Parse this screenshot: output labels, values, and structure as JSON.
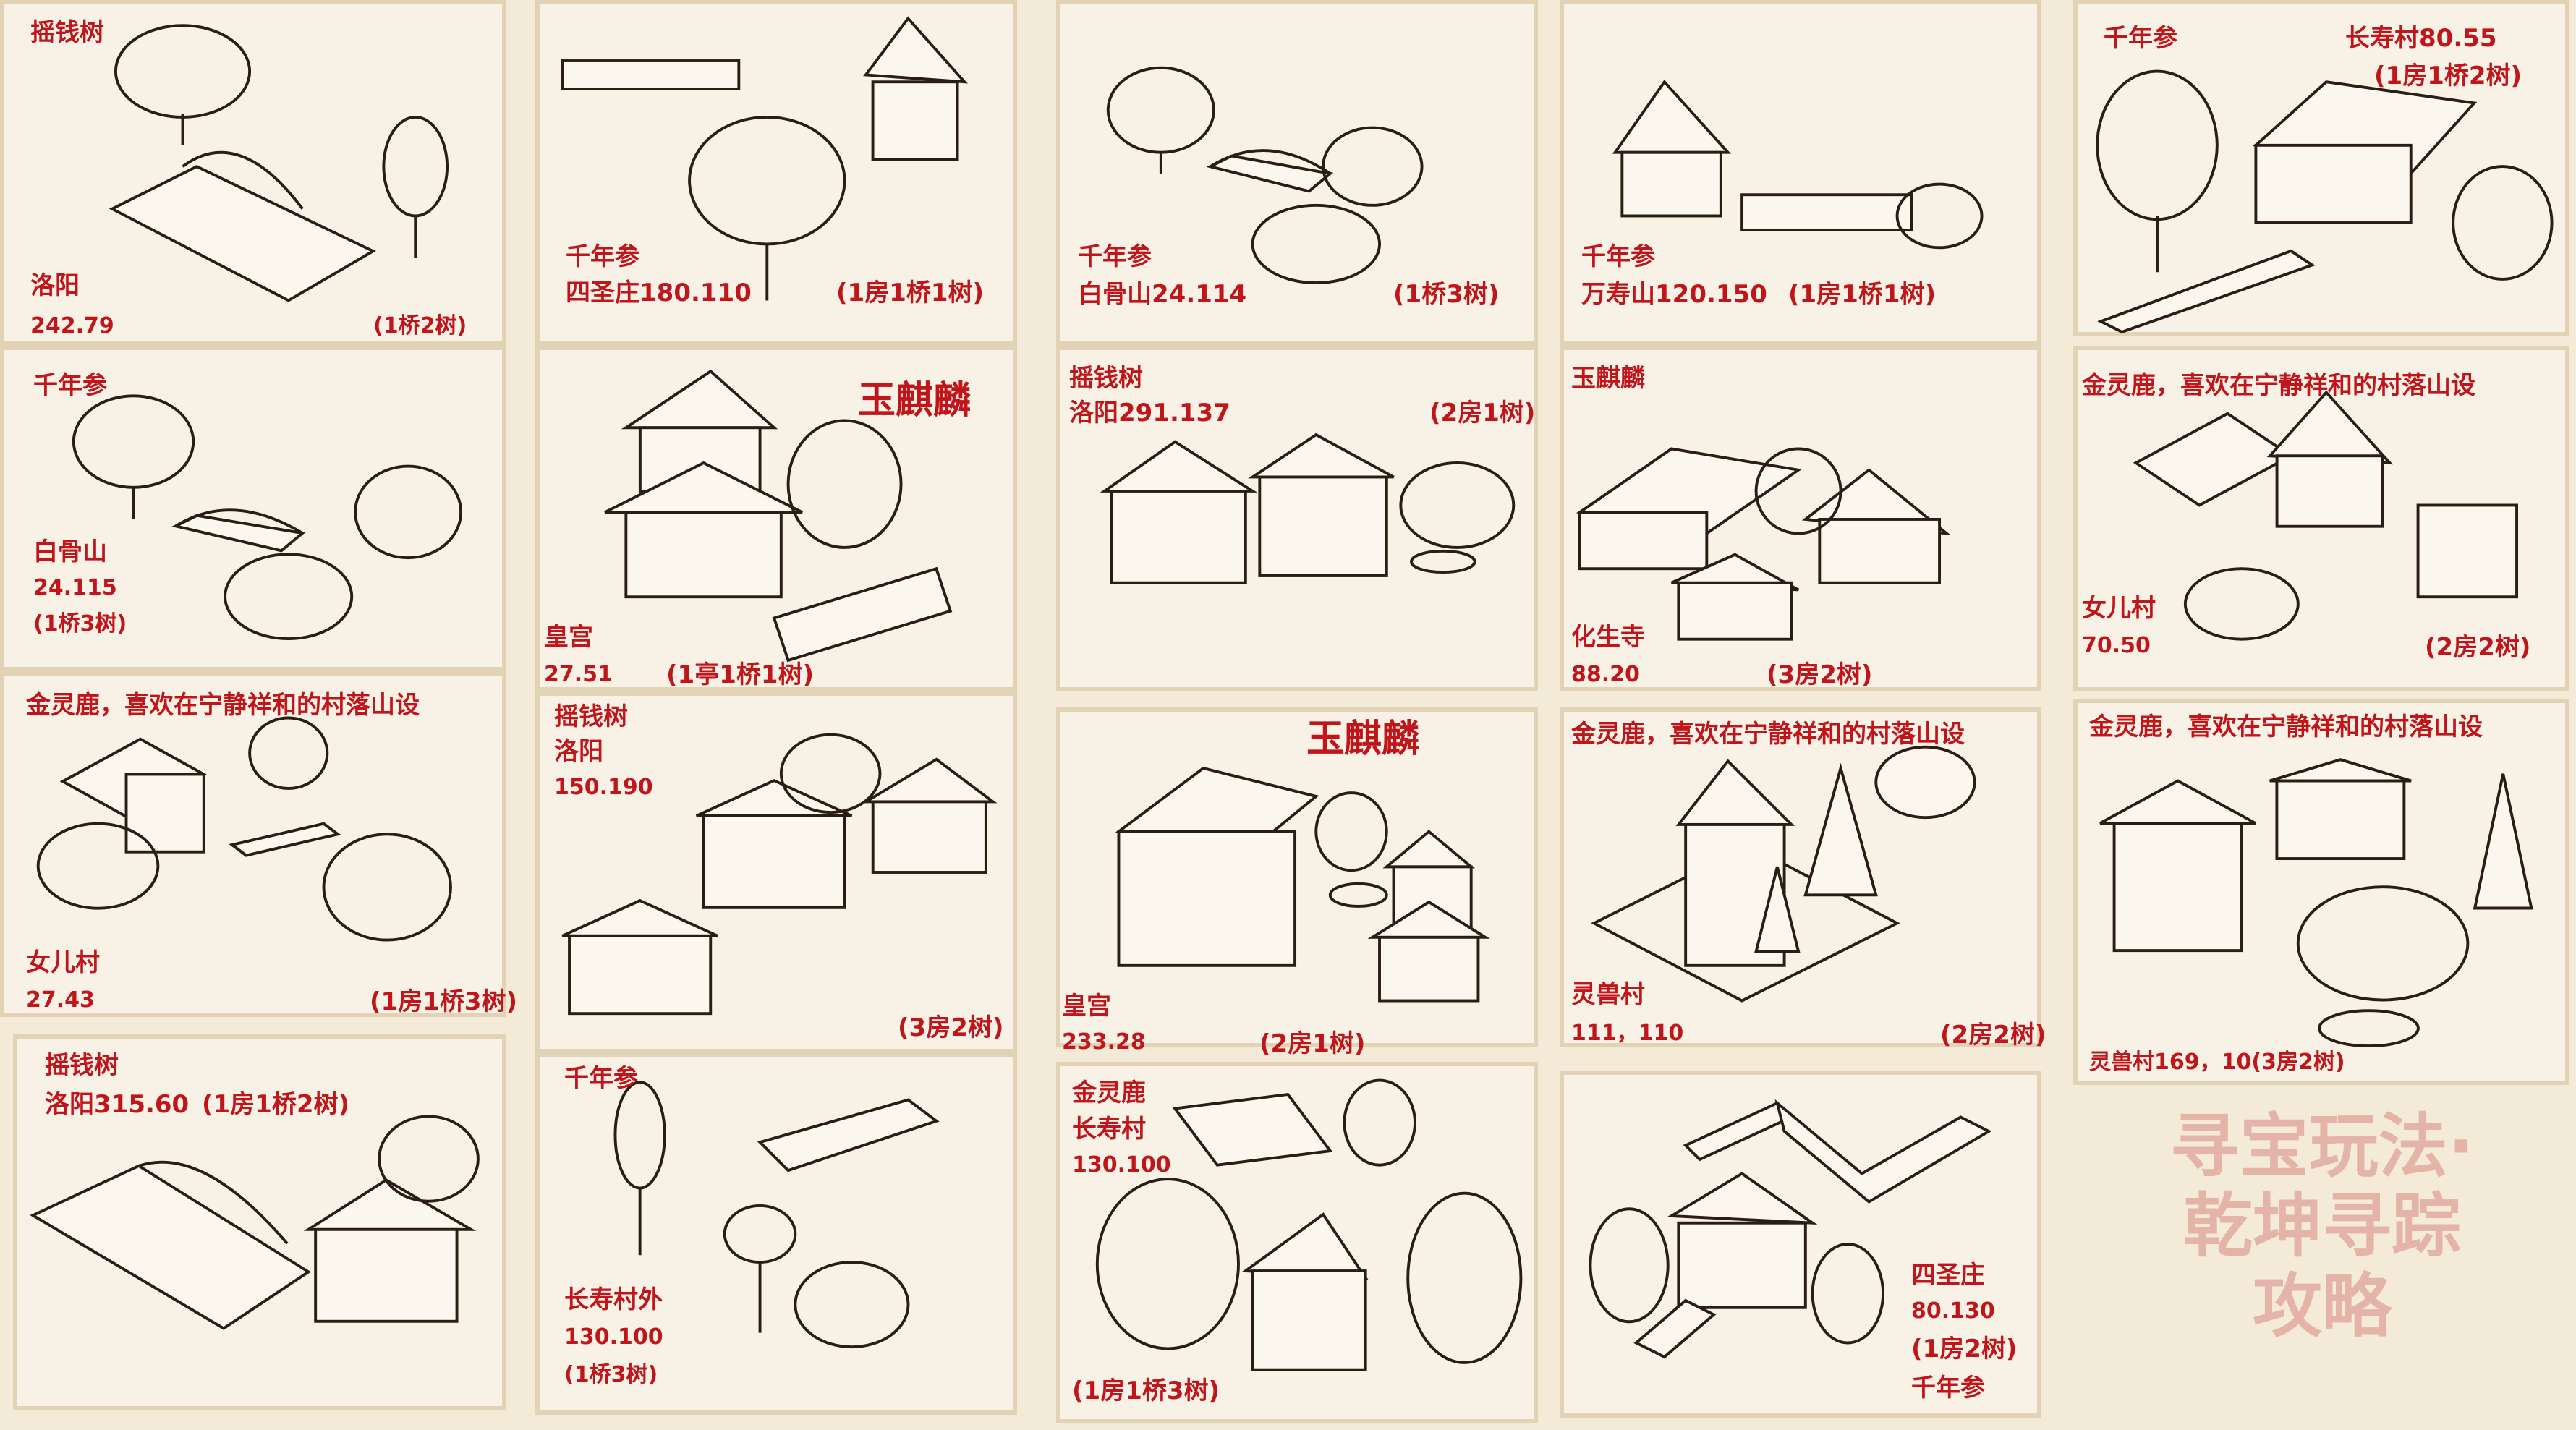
{
  "cards": [
    {
      "name": "money-tree-luoyang-1",
      "lines": [
        "摇钱树",
        "洛阳",
        "242.79",
        "(1桥2树)"
      ]
    },
    {
      "name": "ginseng-sishengzhuang",
      "lines": [
        "千年参",
        "四圣庄180.110",
        "(1房1桥1树)"
      ]
    },
    {
      "name": "ginseng-baigushan-1",
      "lines": [
        "千年参",
        "白骨山24.114",
        "(1桥3树)"
      ]
    },
    {
      "name": "ginseng-wanshoushan",
      "lines": [
        "千年参",
        "万寿山120.150",
        "(1房1桥1树)"
      ]
    },
    {
      "name": "ginseng-changshoucun-1",
      "lines": [
        "千年参",
        "长寿村80.55",
        "(1房1桥2树)"
      ]
    },
    {
      "name": "ginseng-baigushan-2",
      "lines": [
        "千年参",
        "白骨山",
        "24.115",
        "(1桥3树)"
      ]
    },
    {
      "name": "kylin-palace-1",
      "lines": [
        "玉麒麟",
        "皇宫",
        "27.51",
        "(1亭1桥1树)"
      ]
    },
    {
      "name": "money-tree-luoyang-2",
      "lines": [
        "摇钱树",
        "洛阳291.137",
        "(2房1树)"
      ]
    },
    {
      "name": "kylin-huashengsi",
      "lines": [
        "玉麒麟",
        "化生寺",
        "88.20",
        "(3房2树)"
      ]
    },
    {
      "name": "deer-nuercun-1",
      "lines": [
        "金灵鹿，喜欢在宁静祥和的村落山设",
        "女儿村",
        "70.50",
        "(2房2树)"
      ]
    },
    {
      "name": "deer-nuercun-2",
      "lines": [
        "金灵鹿，喜欢在宁静祥和的村落山设",
        "女儿村",
        "27.43",
        "(1房1桥3树)"
      ]
    },
    {
      "name": "money-tree-luoyang-3",
      "lines": [
        "摇钱树",
        "洛阳",
        "150.190",
        "(3房2树)"
      ]
    },
    {
      "name": "kylin-palace-2",
      "lines": [
        "玉麒麟",
        "皇宫",
        "233.28",
        "(2房1树)"
      ]
    },
    {
      "name": "deer-lingshoucun-1",
      "lines": [
        "金灵鹿，喜欢在宁静祥和的村落山设",
        "灵兽村",
        "111，110",
        "(2房2树)"
      ]
    },
    {
      "name": "deer-lingshoucun-2",
      "lines": [
        "金灵鹿，喜欢在宁静祥和的村落山设",
        "灵兽村169，10(3房2树)"
      ]
    },
    {
      "name": "money-tree-luoyang-4",
      "lines": [
        "摇钱树",
        "洛阳315.60",
        "(1房1桥2树)"
      ]
    },
    {
      "name": "ginseng-changshoucunwai",
      "lines": [
        "千年参",
        "长寿村外",
        "130.100",
        "(1桥3树)"
      ]
    },
    {
      "name": "deer-changshoucun",
      "lines": [
        "金灵鹿",
        "长寿村",
        "130.100",
        "(1房1桥3树)"
      ]
    },
    {
      "name": "ginseng-sishengzhuang-2",
      "lines": [
        "四圣庄",
        "80.130",
        "(1房2树)",
        "千年参"
      ]
    }
  ],
  "watermark": {
    "line1": "寻宝玩法·",
    "line2": "乾坤寻踪",
    "line3": "攻略"
  }
}
